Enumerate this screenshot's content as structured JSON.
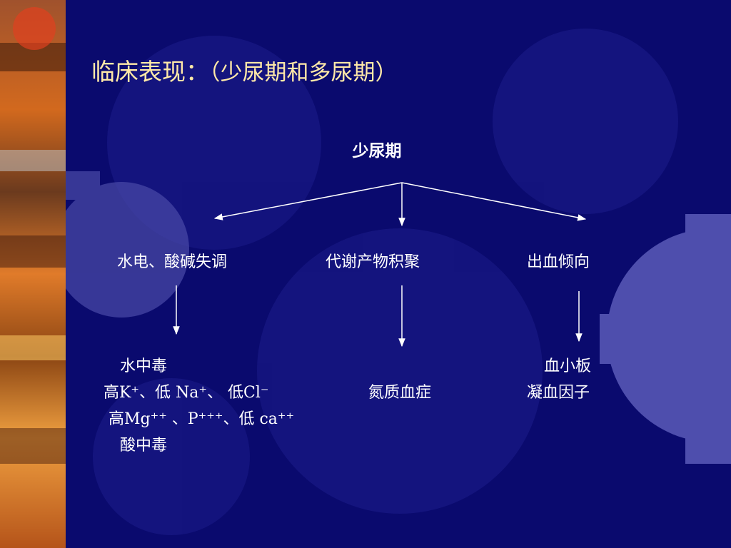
{
  "slide": {
    "title": "临床表现：",
    "title_sub": "（少尿期和多尿期）"
  },
  "diagram": {
    "root": "少尿期",
    "branches": [
      {
        "label": "水电、酸碱失调",
        "details": [
          "水中毒",
          "高K⁺、低 Na⁺、 低Cl⁻",
          "高Mg⁺⁺ 、P⁺⁺⁺、低 ca⁺⁺",
          "酸中毒"
        ]
      },
      {
        "label": "代谢产物积聚",
        "details": [
          "氮质血症"
        ]
      },
      {
        "label": "出血倾向",
        "details": [
          "血小板",
          "凝血因子"
        ]
      }
    ]
  },
  "colors": {
    "background": "#0a0a6e",
    "title": "#ffe9a8",
    "text": "#ffffff"
  }
}
